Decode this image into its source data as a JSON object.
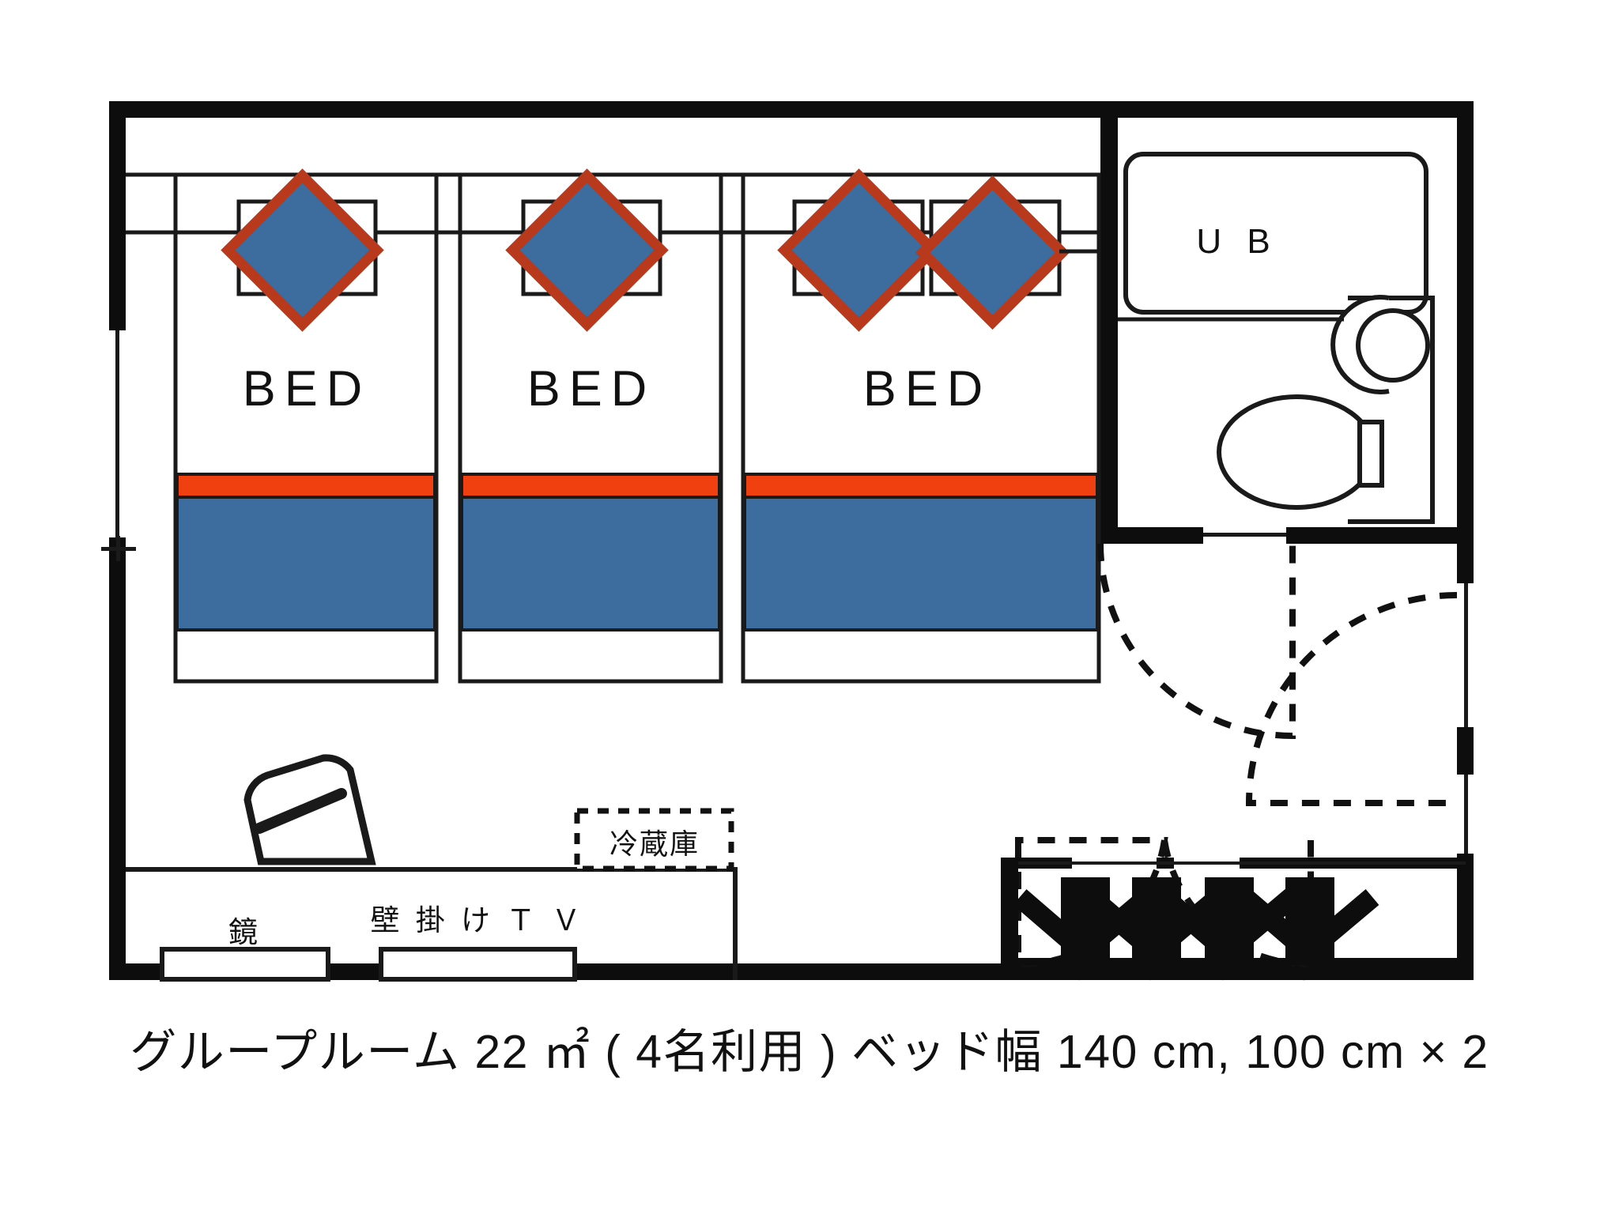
{
  "plan": {
    "title_caption": "グループルーム 22 ㎡ ( 4名利用 ) ベッド幅 140 cm, 100 cm × 2",
    "room_type": "グループルーム",
    "area": "22 ㎡",
    "capacity": "4名利用",
    "bed_width_note": "ベッド幅 140 cm, 100 cm × 2"
  },
  "labels": {
    "bed_1": "BED",
    "bed_2": "BED",
    "bed_3": "BED",
    "unit_bath": "U B",
    "mirror": "鏡",
    "wall_tv": "壁 掛 け Ｔ Ｖ",
    "refrigerator": "冷蔵庫"
  },
  "colors": {
    "wall": "#0d0d0d",
    "line": "#1a1a1a",
    "blanket_blue": "#3d6c9e",
    "pillow_blue": "#3d6c9e",
    "accent_orange": "#f04010",
    "pillow_border": "#b8391c",
    "background": "#ffffff"
  },
  "fixtures": {
    "beds": [
      {
        "name": "bed-left",
        "pillows": 1,
        "width_note": "140cm"
      },
      {
        "name": "bed-middle",
        "pillows": 1,
        "width_note": "100cm"
      },
      {
        "name": "bed-right",
        "pillows": 2,
        "width_note": "100cm"
      }
    ],
    "bath": [
      "bathtub",
      "sink",
      "toilet"
    ],
    "closet": {
      "hangers": 4
    },
    "doors": [
      "bath-door",
      "entry-door",
      "closet-door-left",
      "closet-door-right"
    ],
    "chair": "armchair",
    "window": "left-wall-window"
  }
}
